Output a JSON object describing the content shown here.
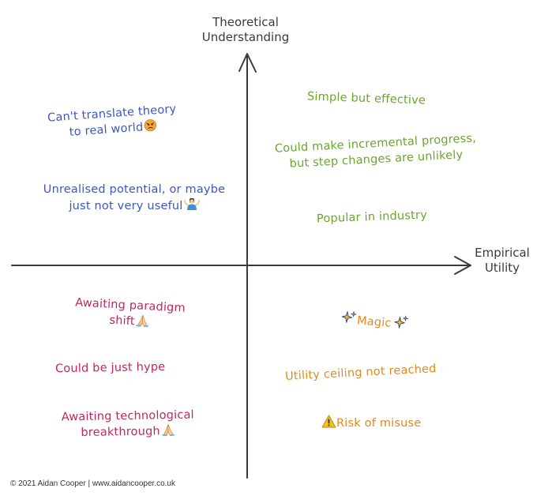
{
  "axes": {
    "y_label_line1": "Theoretical",
    "y_label_line2": "Understanding",
    "x_label_line1": "Empirical",
    "x_label_line2": "Utility"
  },
  "quadrants": {
    "top_left": [
      {
        "line1": "Can't translate theory",
        "line2": "to real world",
        "icon": "angry-face-icon"
      },
      {
        "line1": "Unrealised potential, or maybe",
        "line2": "just not very useful",
        "icon": "person-shrugging-icon"
      }
    ],
    "top_right": [
      {
        "line1": "Simple but effective"
      },
      {
        "line1": "Could make incremental progress,",
        "line2": "but step changes are unlikely"
      },
      {
        "line1": "Popular in industry"
      }
    ],
    "bottom_left": [
      {
        "line1": "Awaiting paradigm",
        "line2": "shift",
        "icon": "folded-hands-icon"
      },
      {
        "line1": "Could be just hype"
      },
      {
        "line1": "Awaiting technological",
        "line2": "breakthrough",
        "icon": "folded-hands-icon"
      }
    ],
    "bottom_right": [
      {
        "line1": "Magic",
        "icon": "sparkles-icon"
      },
      {
        "line1": "Utility ceiling not reached"
      },
      {
        "line1": "Risk of misuse",
        "icon": "warning-icon"
      }
    ]
  },
  "colors": {
    "top_left": "#3a56c8",
    "top_right": "#6aa52e",
    "bottom_left": "#c02660",
    "bottom_right": "#e08a1e",
    "axis": "#3a3a3a"
  },
  "footer": "© 2021 Aidan Cooper | www.aidancooper.co.uk"
}
